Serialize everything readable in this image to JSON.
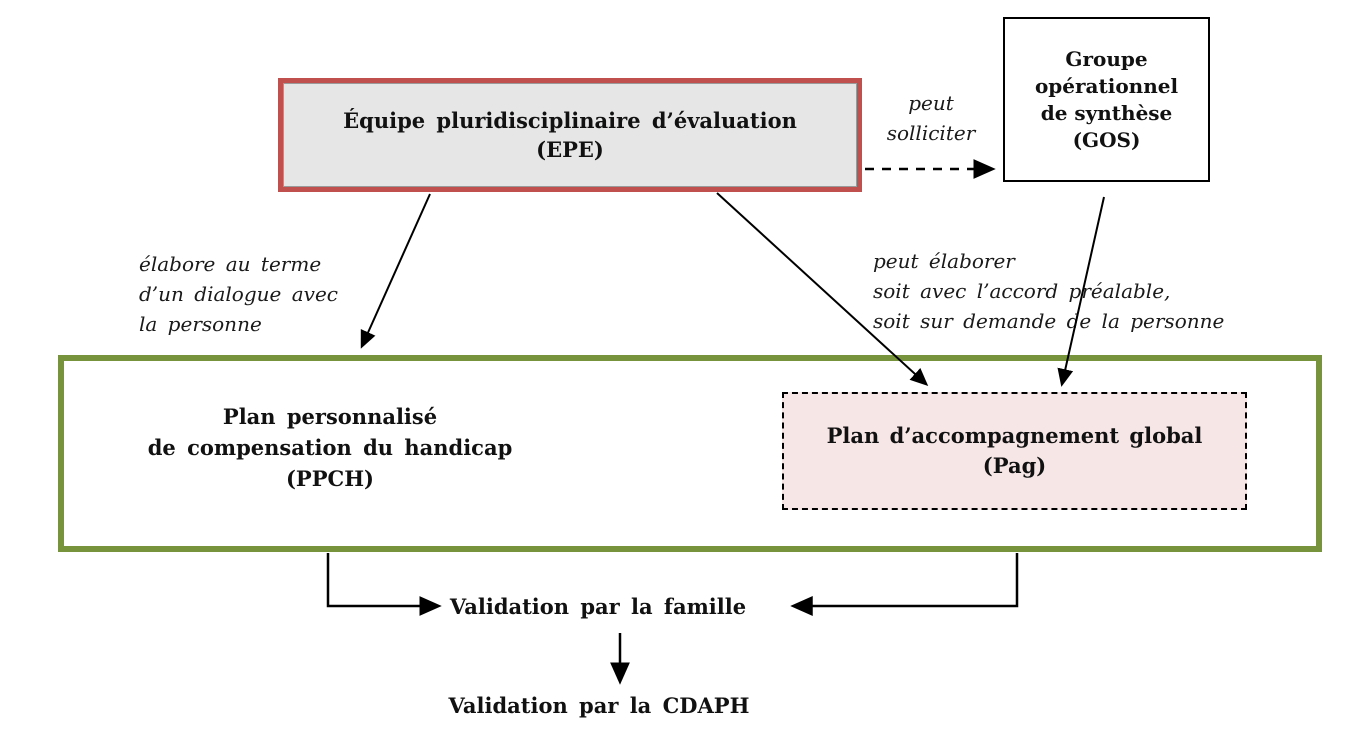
{
  "colors": {
    "epe_border": "#c0504d",
    "epe_fill": "#e7e6e6",
    "gos_border": "#000000",
    "plans_container_border": "#77933c",
    "pag_fill": "#f7e6e6",
    "pag_border": "#000000",
    "arrow": "#000000",
    "text": "#111111"
  },
  "nodes": {
    "epe": {
      "lines": [
        "Équipe pluridisciplinaire d’évaluation",
        "(EPE)"
      ]
    },
    "gos": {
      "lines": [
        "Groupe",
        "opérationnel",
        "de synthèse",
        "(GOS)"
      ]
    },
    "ppch": {
      "lines": [
        "Plan personnalisé",
        "de compensation du handicap",
        "(PPCH)"
      ]
    },
    "pag": {
      "lines": [
        "Plan d’accompagnement global",
        "(Pag)"
      ]
    }
  },
  "edge_labels": {
    "peut_solliciter": {
      "lines": [
        "peut",
        "solliciter"
      ]
    },
    "elabore": {
      "lines": [
        "élabore au terme",
        "d’un dialogue avec",
        "la personne"
      ]
    },
    "peut_elaborer": {
      "lines": [
        "peut élaborer",
        "soit avec l’accord préalable,",
        "soit sur demande de la personne"
      ]
    }
  },
  "outcomes": {
    "famille": "Validation par la famille",
    "cdaph": "Validation par la CDAPH"
  }
}
